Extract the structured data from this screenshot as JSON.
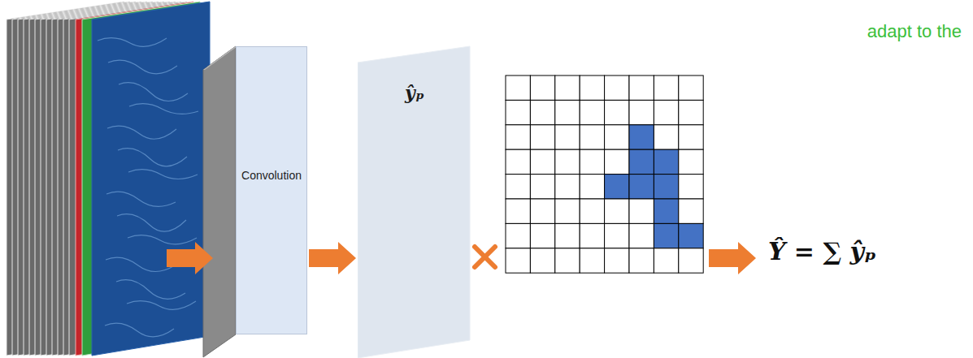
{
  "diagram": {
    "nodes": [
      {
        "text": [
          "Convolution"
        ]
      },
      {
        "text": [
          "ŷₚ"
        ]
      }
    ],
    "edges": [
      {
        "from": 0,
        "to": 1,
        "arrow": "to"
      }
    ],
    "labels": [
      "Ŷ = ∑ ŷₚ",
      "adapt to the"
    ]
  }
}
